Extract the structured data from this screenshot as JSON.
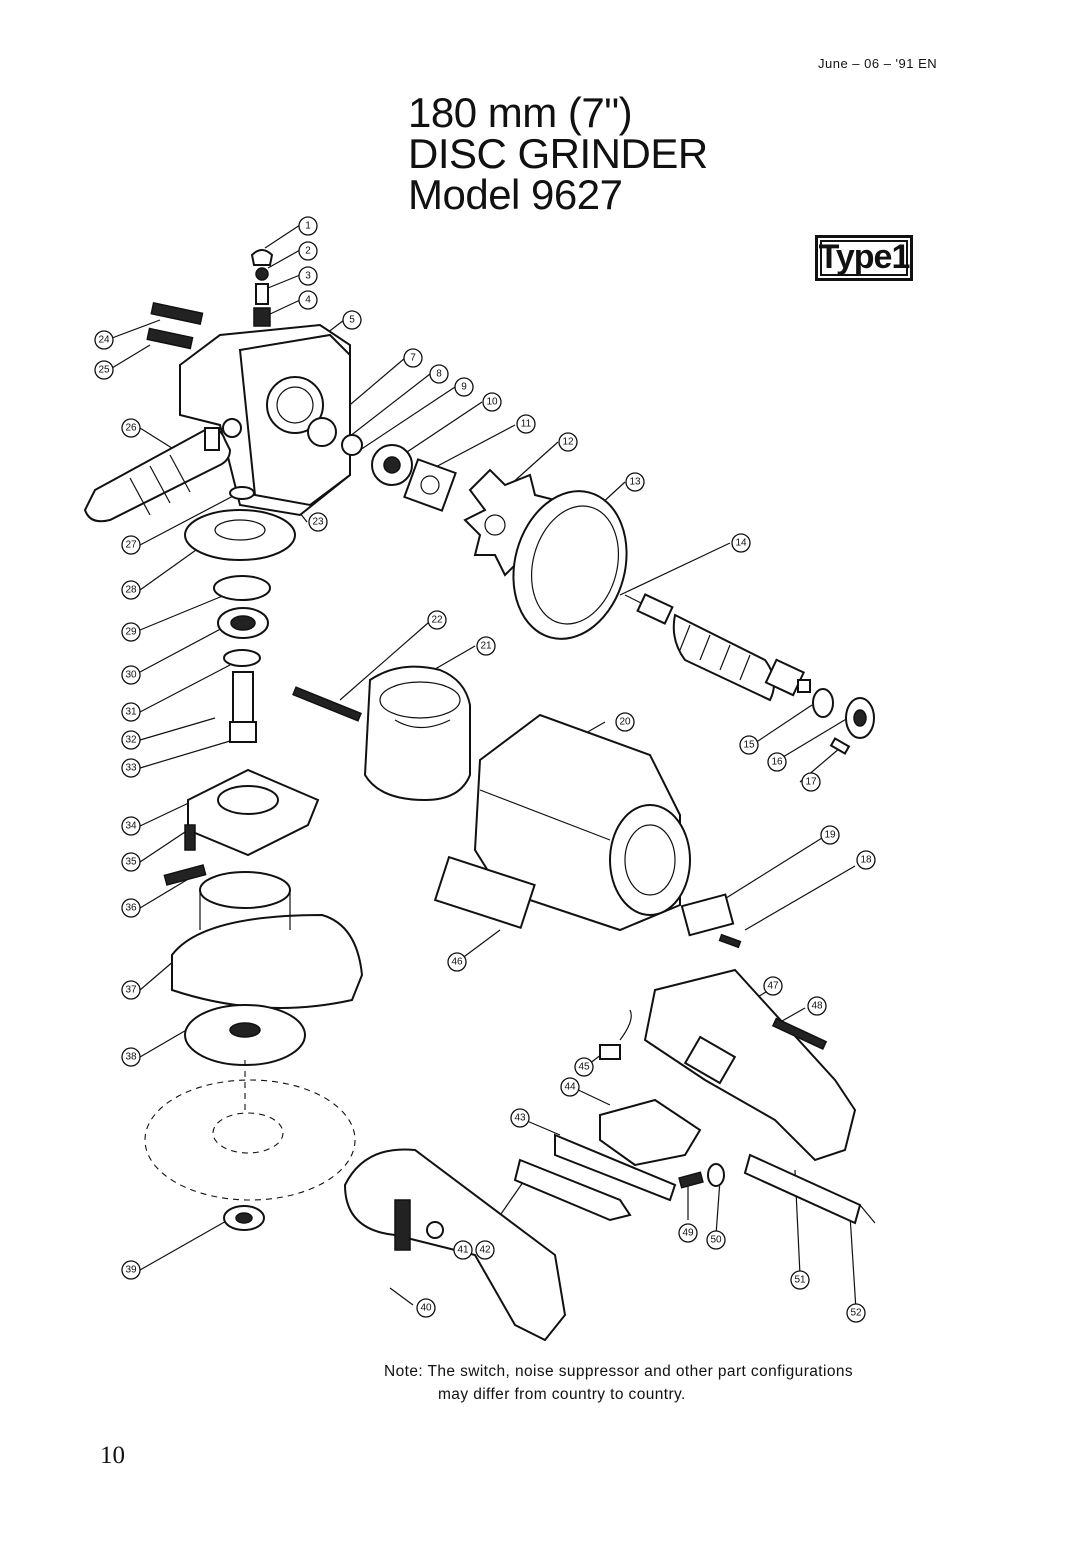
{
  "header": {
    "date_code": "June – 06 – '91 EN",
    "title_line1": "180 mm (7\")",
    "title_line2": "DISC GRINDER",
    "title_line3": "Model 9627",
    "type_badge": "Type1"
  },
  "note": {
    "line1": "Note: The switch, noise suppressor and other part configurations",
    "line2": "may differ from country to country."
  },
  "page_number": "10",
  "callouts": [
    "1",
    "2",
    "3",
    "4",
    "5",
    "7",
    "8",
    "9",
    "10",
    "11",
    "12",
    "13",
    "14",
    "15",
    "16",
    "17",
    "18",
    "19",
    "20",
    "21",
    "22",
    "23",
    "24",
    "25",
    "26",
    "27",
    "28",
    "29",
    "30",
    "31",
    "32",
    "33",
    "34",
    "35",
    "36",
    "37",
    "38",
    "39",
    "40",
    "41",
    "42",
    "43",
    "44",
    "45",
    "46",
    "47",
    "48",
    "49",
    "50",
    "51",
    "52"
  ]
}
